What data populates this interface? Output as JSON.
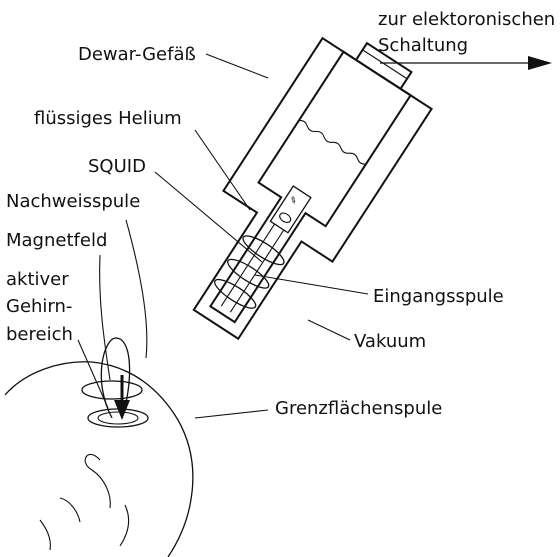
{
  "labels": {
    "output_line1": "zur elektoronischen",
    "output_line2": "Schaltung",
    "dewar": "Dewar-Gefäß",
    "helium": "flüssiges Helium",
    "squid": "SQUID",
    "detection_coil": "Nachweisspule",
    "magnetic_field": "Magnetfeld",
    "active_line1": "aktiver",
    "active_line2": "Gehirn-",
    "active_line3": "bereich",
    "input_coil": "Eingangsspule",
    "vacuum": "Vakuum",
    "interface_coil": "Grenzflächenspule"
  }
}
